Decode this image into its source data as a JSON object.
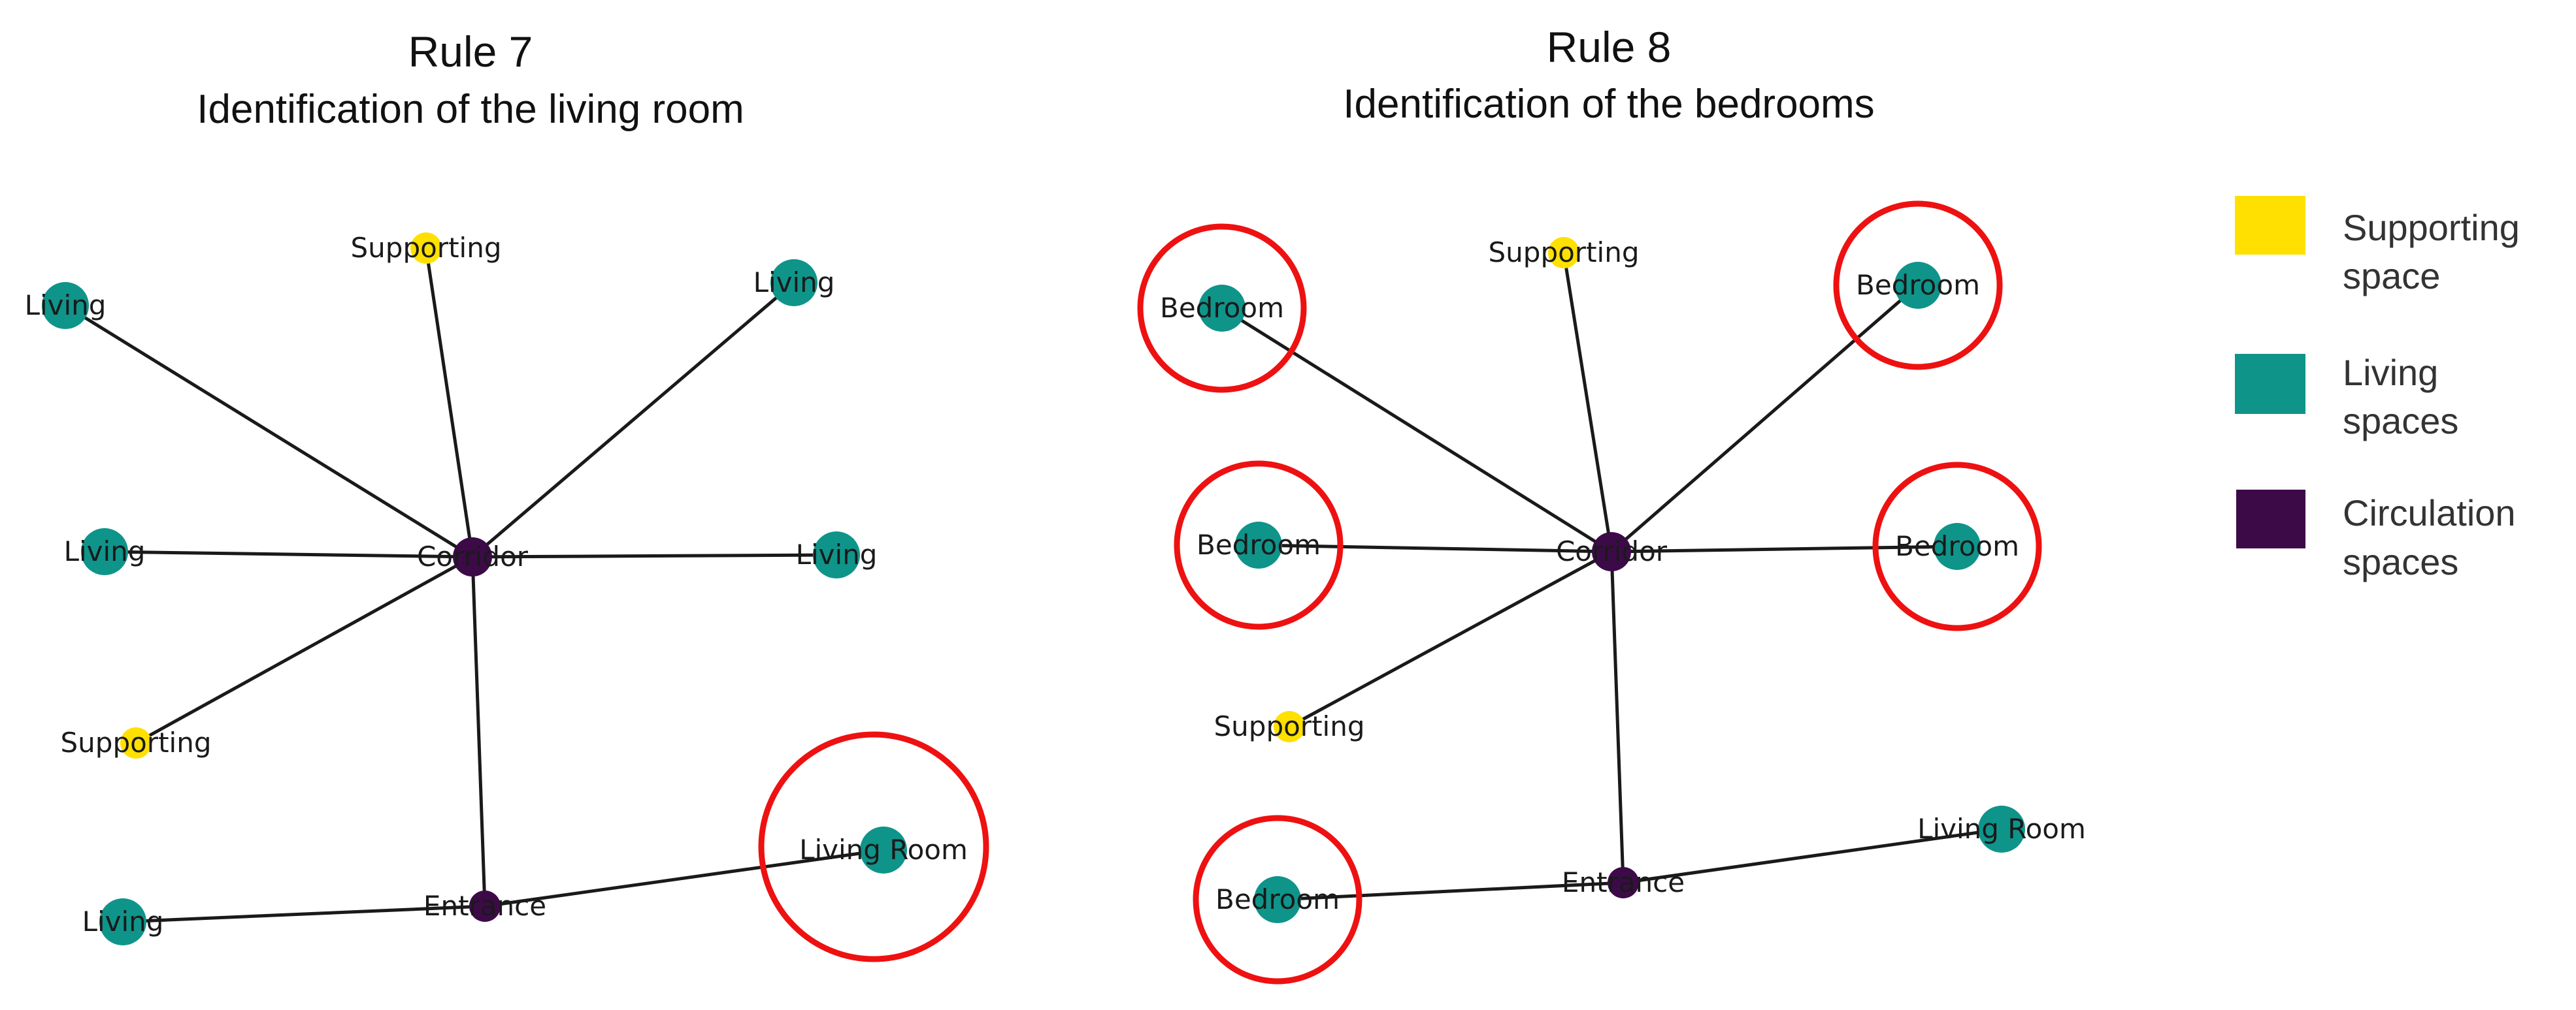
{
  "colors": {
    "supporting": "#ffe000",
    "living": "#0f948a",
    "circulation": "#3d0a48",
    "highlight": "#ee1111",
    "edge": "#1a1a1a"
  },
  "panels": [
    {
      "id": "rule7",
      "title": "Rule 7",
      "subtitle": "Identification of the living room",
      "nodes": [
        {
          "id": "corridor",
          "label": "Corridor",
          "type": "circulation",
          "highlighted": false
        },
        {
          "id": "entrance",
          "label": "Entrance",
          "type": "circulation",
          "highlighted": false
        },
        {
          "id": "supporting_top",
          "label": "Supporting",
          "type": "supporting",
          "highlighted": false
        },
        {
          "id": "supporting_left",
          "label": "Supporting",
          "type": "supporting",
          "highlighted": false
        },
        {
          "id": "living_tl",
          "label": "Living",
          "type": "living",
          "highlighted": false
        },
        {
          "id": "living_tr",
          "label": "Living",
          "type": "living",
          "highlighted": false
        },
        {
          "id": "living_ml",
          "label": "Living",
          "type": "living",
          "highlighted": false
        },
        {
          "id": "living_mr",
          "label": "Living",
          "type": "living",
          "highlighted": false
        },
        {
          "id": "living_bl",
          "label": "Living",
          "type": "living",
          "highlighted": false
        },
        {
          "id": "living_room",
          "label": "Living Room",
          "type": "living",
          "highlighted": true
        }
      ],
      "edges": [
        [
          "corridor",
          "supporting_top"
        ],
        [
          "corridor",
          "living_tl"
        ],
        [
          "corridor",
          "living_tr"
        ],
        [
          "corridor",
          "living_ml"
        ],
        [
          "corridor",
          "living_mr"
        ],
        [
          "corridor",
          "supporting_left"
        ],
        [
          "corridor",
          "entrance"
        ],
        [
          "entrance",
          "living_bl"
        ],
        [
          "entrance",
          "living_room"
        ]
      ]
    },
    {
      "id": "rule8",
      "title": "Rule 8",
      "subtitle": "Identification of the bedrooms",
      "nodes": [
        {
          "id": "corridor",
          "label": "Corridor",
          "type": "circulation",
          "highlighted": false
        },
        {
          "id": "entrance",
          "label": "Entrance",
          "type": "circulation",
          "highlighted": false
        },
        {
          "id": "supporting_top",
          "label": "Supporting",
          "type": "supporting",
          "highlighted": false
        },
        {
          "id": "supporting_left",
          "label": "Supporting",
          "type": "supporting",
          "highlighted": false
        },
        {
          "id": "bedroom_tl",
          "label": "Bedroom",
          "type": "living",
          "highlighted": true
        },
        {
          "id": "bedroom_tr",
          "label": "Bedroom",
          "type": "living",
          "highlighted": true
        },
        {
          "id": "bedroom_ml",
          "label": "Bedroom",
          "type": "living",
          "highlighted": true
        },
        {
          "id": "bedroom_mr",
          "label": "Bedroom",
          "type": "living",
          "highlighted": true
        },
        {
          "id": "bedroom_bl",
          "label": "Bedroom",
          "type": "living",
          "highlighted": true
        },
        {
          "id": "living_room",
          "label": "Living Room",
          "type": "living",
          "highlighted": false
        }
      ],
      "edges": [
        [
          "corridor",
          "supporting_top"
        ],
        [
          "corridor",
          "bedroom_tl"
        ],
        [
          "corridor",
          "bedroom_tr"
        ],
        [
          "corridor",
          "bedroom_ml"
        ],
        [
          "corridor",
          "bedroom_mr"
        ],
        [
          "corridor",
          "supporting_left"
        ],
        [
          "corridor",
          "entrance"
        ],
        [
          "entrance",
          "bedroom_bl"
        ],
        [
          "entrance",
          "living_room"
        ]
      ]
    }
  ],
  "legend": [
    {
      "type": "supporting",
      "line1": "Supporting",
      "line2": "space"
    },
    {
      "type": "living",
      "line1": "Living",
      "line2": "spaces"
    },
    {
      "type": "circulation",
      "line1": "Circulation",
      "line2": "spaces"
    }
  ]
}
